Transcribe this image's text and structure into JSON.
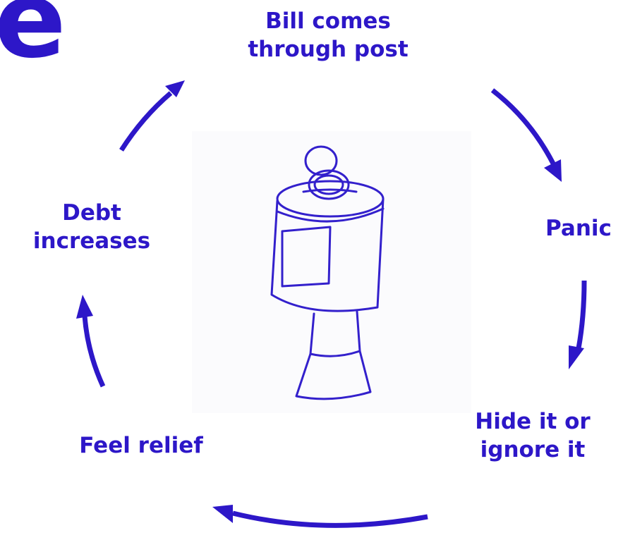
{
  "corner_glyph": "e",
  "cycle": {
    "steps": [
      {
        "lines": [
          "Bill comes",
          "through post"
        ]
      },
      {
        "lines": [
          "Panic"
        ]
      },
      {
        "lines": [
          "Hide it or",
          "ignore it"
        ]
      },
      {
        "lines": [
          "Feel relief"
        ]
      },
      {
        "lines": [
          "Debt",
          "increases"
        ]
      }
    ],
    "accent_color": "#2d17c8",
    "center_illustration": "collection-tin-with-coins-sketch"
  }
}
